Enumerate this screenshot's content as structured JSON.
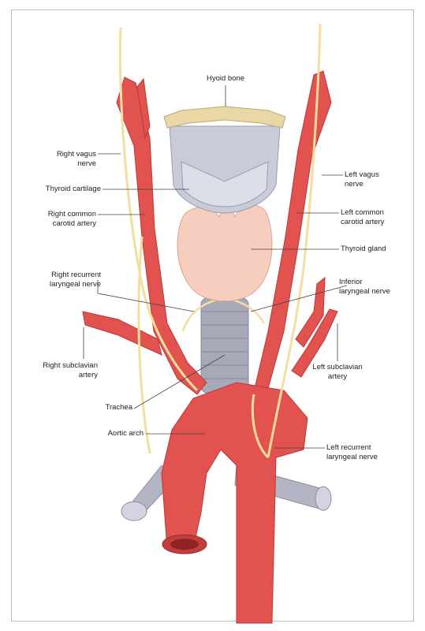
{
  "labels": {
    "hyoid_bone": "Hyoid bone",
    "right_vagus_nerve": "Right vagus\nnerve",
    "thyroid_cartilage": "Thyroid cartilage",
    "right_common_carotid_artery": "Right common\ncarotid artery",
    "right_recurrent_laryngeal_nerve": "Right recurrent\nlaryngeal nerve",
    "right_subclavian_artery": "Right subclavian\nartery",
    "trachea": "Trachea",
    "aortic_arch": "Aortic arch",
    "left_vagus_nerve": "Left vagus\nnerve",
    "left_common_carotid_artery": "Left common\ncarotid artery",
    "thyroid_gland": "Thyroid gland",
    "inferior_laryngeal_nerve": "Inferior\nlaryngeal nerve",
    "left_subclavian_artery": "Left subclavian\nartery",
    "left_recurrent_laryngeal_nerve": "Left recurrent\nlaryngeal nerve"
  },
  "colors": {
    "artery": "#e2524f",
    "artery_shadow": "#b83a3a",
    "nerve": "#f3dd9f",
    "bone": "#e9d7a6",
    "cartilage": "#c9ccd8",
    "thyroid": "#f7cdbd",
    "trachea": "#a7a8b8"
  }
}
